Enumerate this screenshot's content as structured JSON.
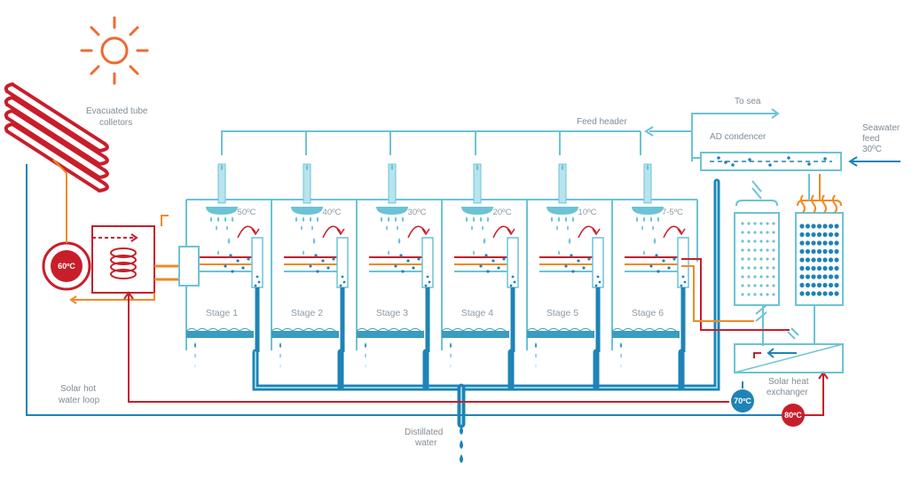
{
  "labels": {
    "collectors": [
      "Evacuated tube",
      "colletors"
    ],
    "feed_header": "Feed header",
    "to_sea": "To sea",
    "ad_condenser": "AD condencer",
    "seawater_feed": [
      "Seawater",
      "feed",
      "30ºC"
    ],
    "solar_loop": [
      "Solar hot",
      "water loop"
    ],
    "heat_exchanger": [
      "Solar heat",
      "exchanger"
    ],
    "distilled": [
      "Distillated",
      "water"
    ]
  },
  "stages": [
    {
      "name": "Stage 1",
      "temp": "50ºC"
    },
    {
      "name": "Stage 2",
      "temp": "40ºC"
    },
    {
      "name": "Stage 3",
      "temp": "30ºC"
    },
    {
      "name": "Stage 4",
      "temp": "20ºC"
    },
    {
      "name": "Stage 5",
      "temp": "10ºC"
    },
    {
      "name": "Stage 6",
      "temp": "7-5ºC"
    }
  ],
  "badges": {
    "tank": "60ºC",
    "cold": "70ºC",
    "hot": "80ºC"
  },
  "colors": {
    "blue": "#6cc3d5",
    "dark_blue": "#1e83b6",
    "red": "#c81e2a",
    "orange": "#f08a24",
    "sun": "#ef6a2e",
    "text": "#7f8c95"
  },
  "icons": [
    "sun-icon",
    "evacuated-tube-collectors",
    "heating-coil-icon",
    "water-drop-icon"
  ]
}
